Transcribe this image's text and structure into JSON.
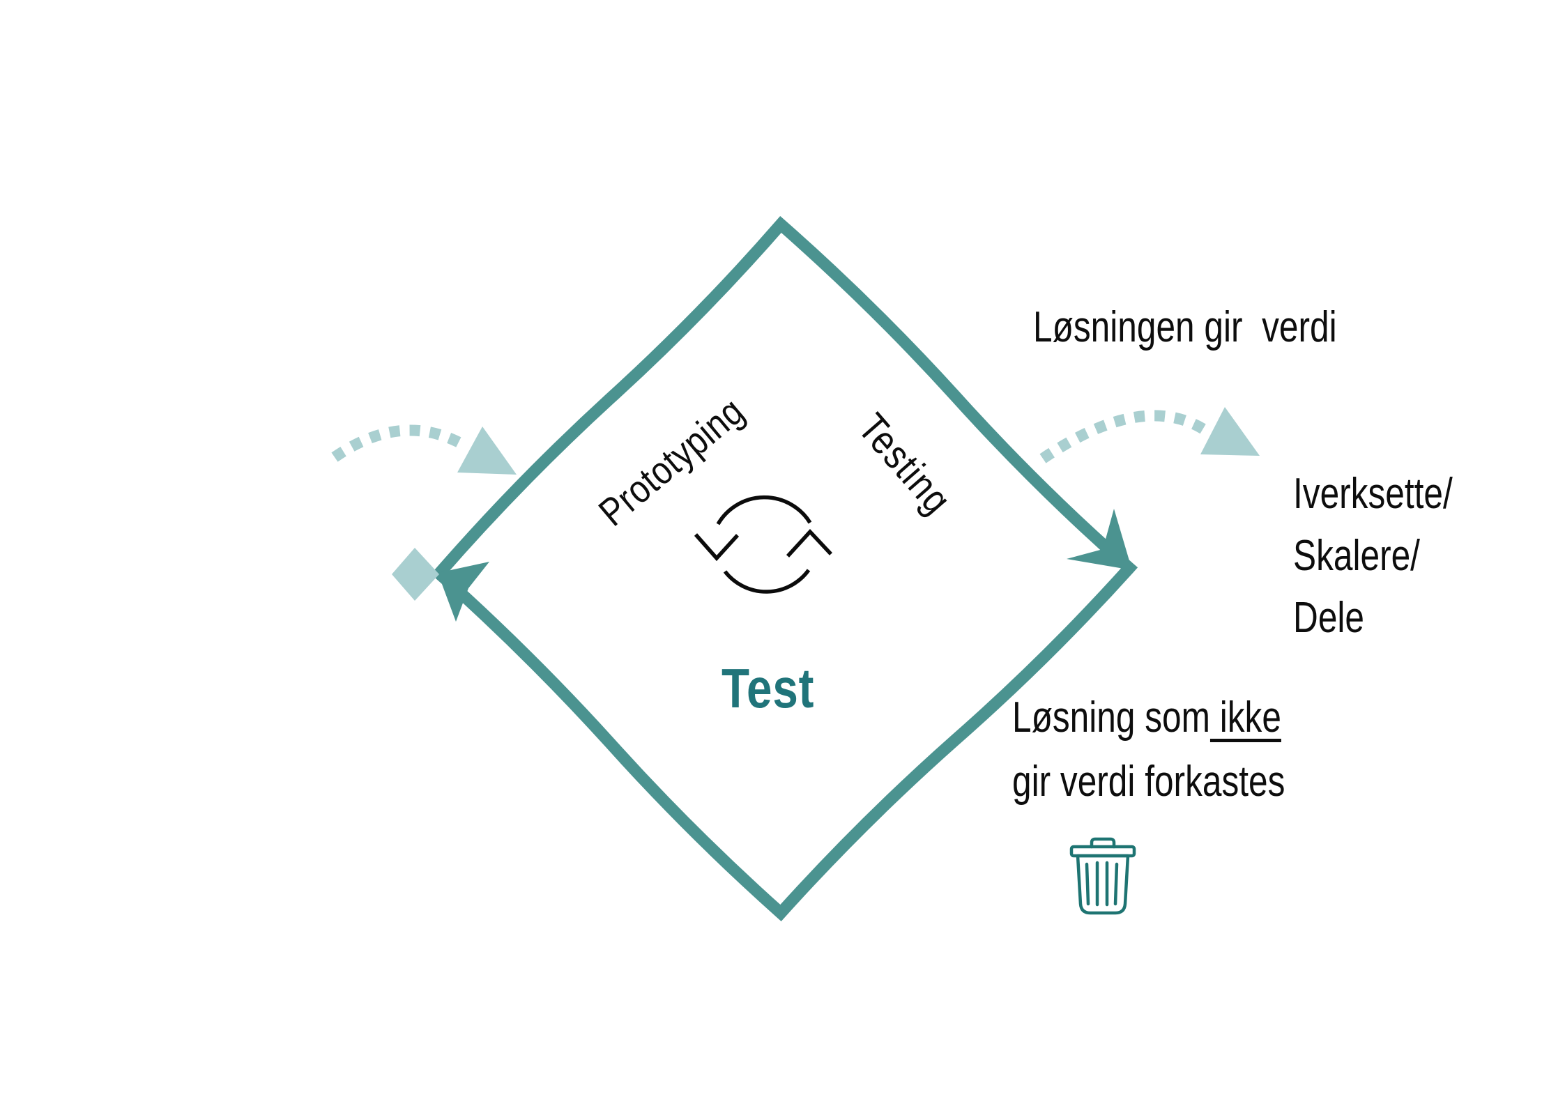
{
  "page": {
    "background": "#ffffff"
  },
  "colors": {
    "diamond_stroke": "#4b9390",
    "accent_dark_teal": "#20747a",
    "trash_teal": "#1e7472",
    "light_teal": "#a9cfd0",
    "text_black": "#0d0d0d"
  },
  "diamond": {
    "phase_label_left": "Prototyping",
    "phase_label_right": "Testing",
    "center_label": "Test"
  },
  "annotations": {
    "solution_value": "Løsningen gir  verdi",
    "action_lines": [
      "Iverksette/",
      "Skalere/",
      "Dele"
    ],
    "discard_line1_before": "Løsning som",
    "discard_line1_underlined": " ikke",
    "discard_line2": "gir verdi forkastes"
  },
  "icons": {
    "cycle_arrows": "cycle-arrows-icon",
    "trash": "trash-icon",
    "entry_arrow": "dashed-entry-arrow",
    "exit_arrow": "dashed-exit-arrow",
    "diamond_marker": "small-diamond-marker"
  }
}
